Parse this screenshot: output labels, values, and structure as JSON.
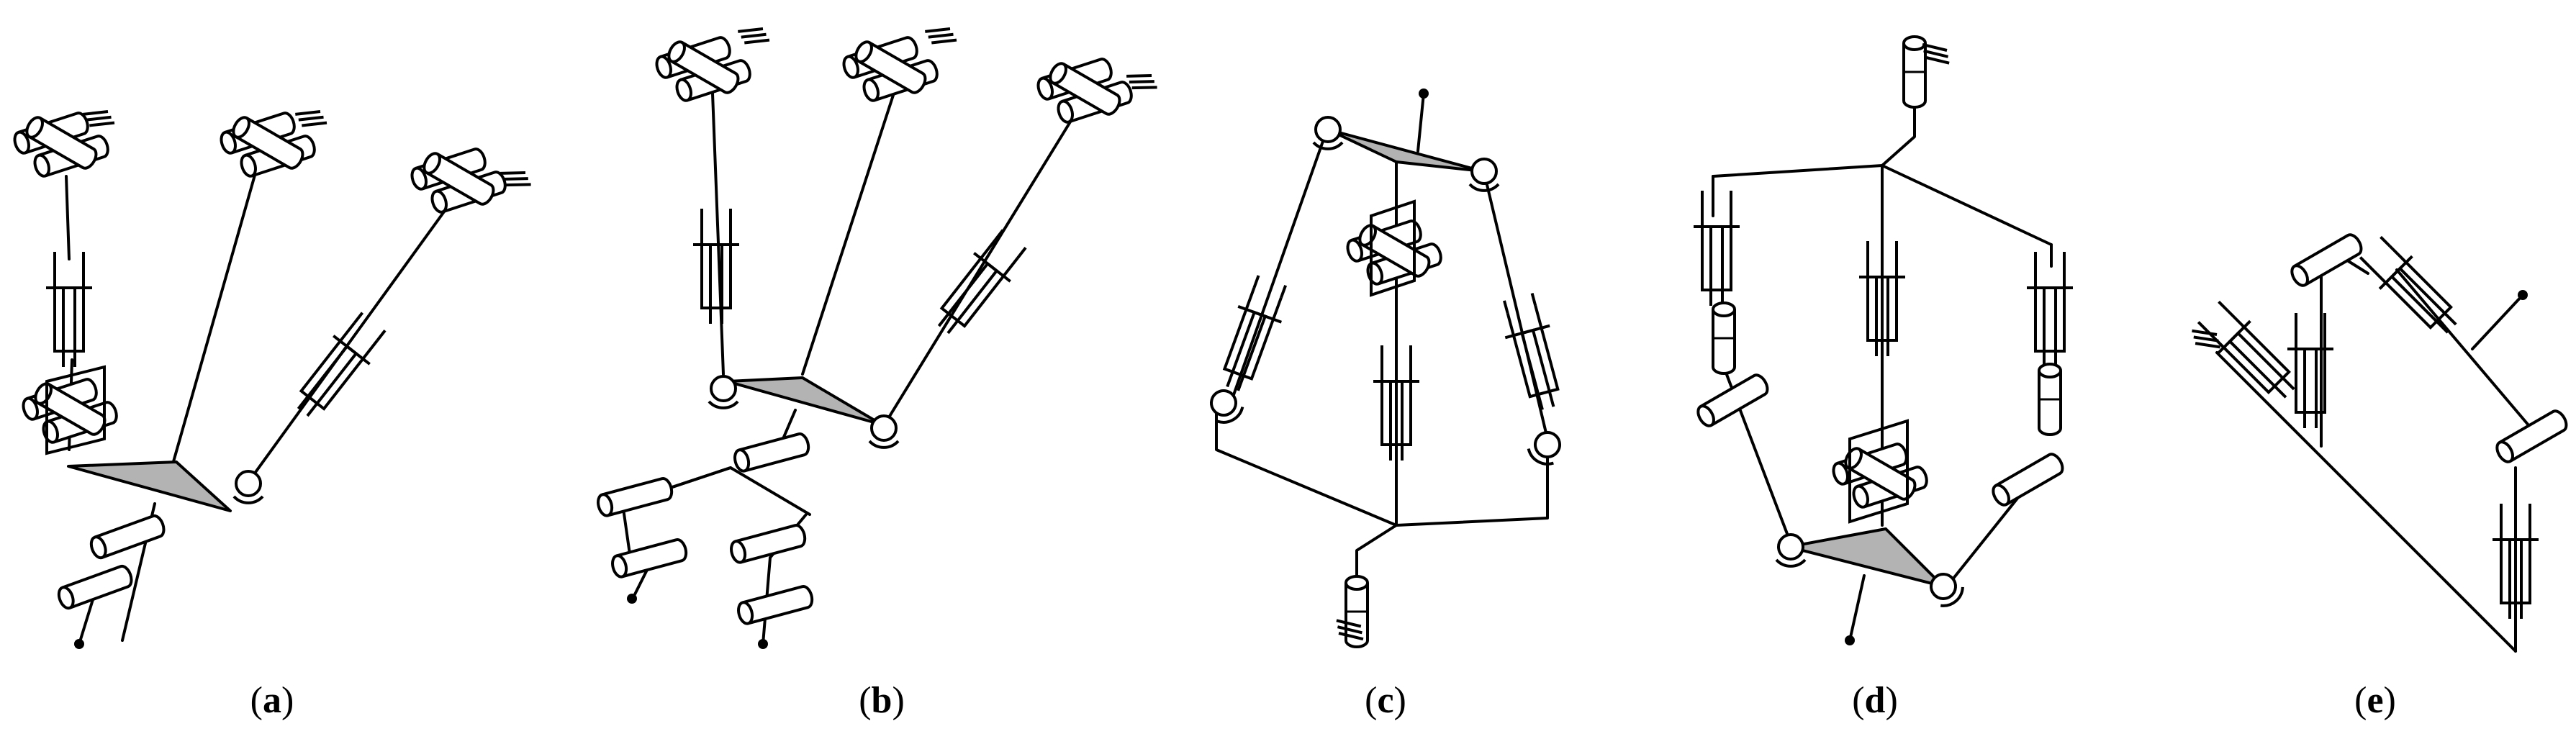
{
  "figure": {
    "panels": [
      {
        "id": "a",
        "label": "a"
      },
      {
        "id": "b",
        "label": "b"
      },
      {
        "id": "c",
        "label": "c"
      },
      {
        "id": "d",
        "label": "d"
      },
      {
        "id": "e",
        "label": "e"
      }
    ]
  },
  "colors": {
    "line": "#000000",
    "platform_fill": "#b3b3b3",
    "background": "#ffffff"
  },
  "icons": {
    "revolute_joint": "cylinder-joint-icon",
    "prismatic_joint": "prismatic-joint-icon",
    "spherical_joint": "spherical-joint-icon",
    "universal_joint": "universal-joint-icon",
    "ground": "ground-hatch-icon",
    "end_effector": "end-point-icon"
  }
}
